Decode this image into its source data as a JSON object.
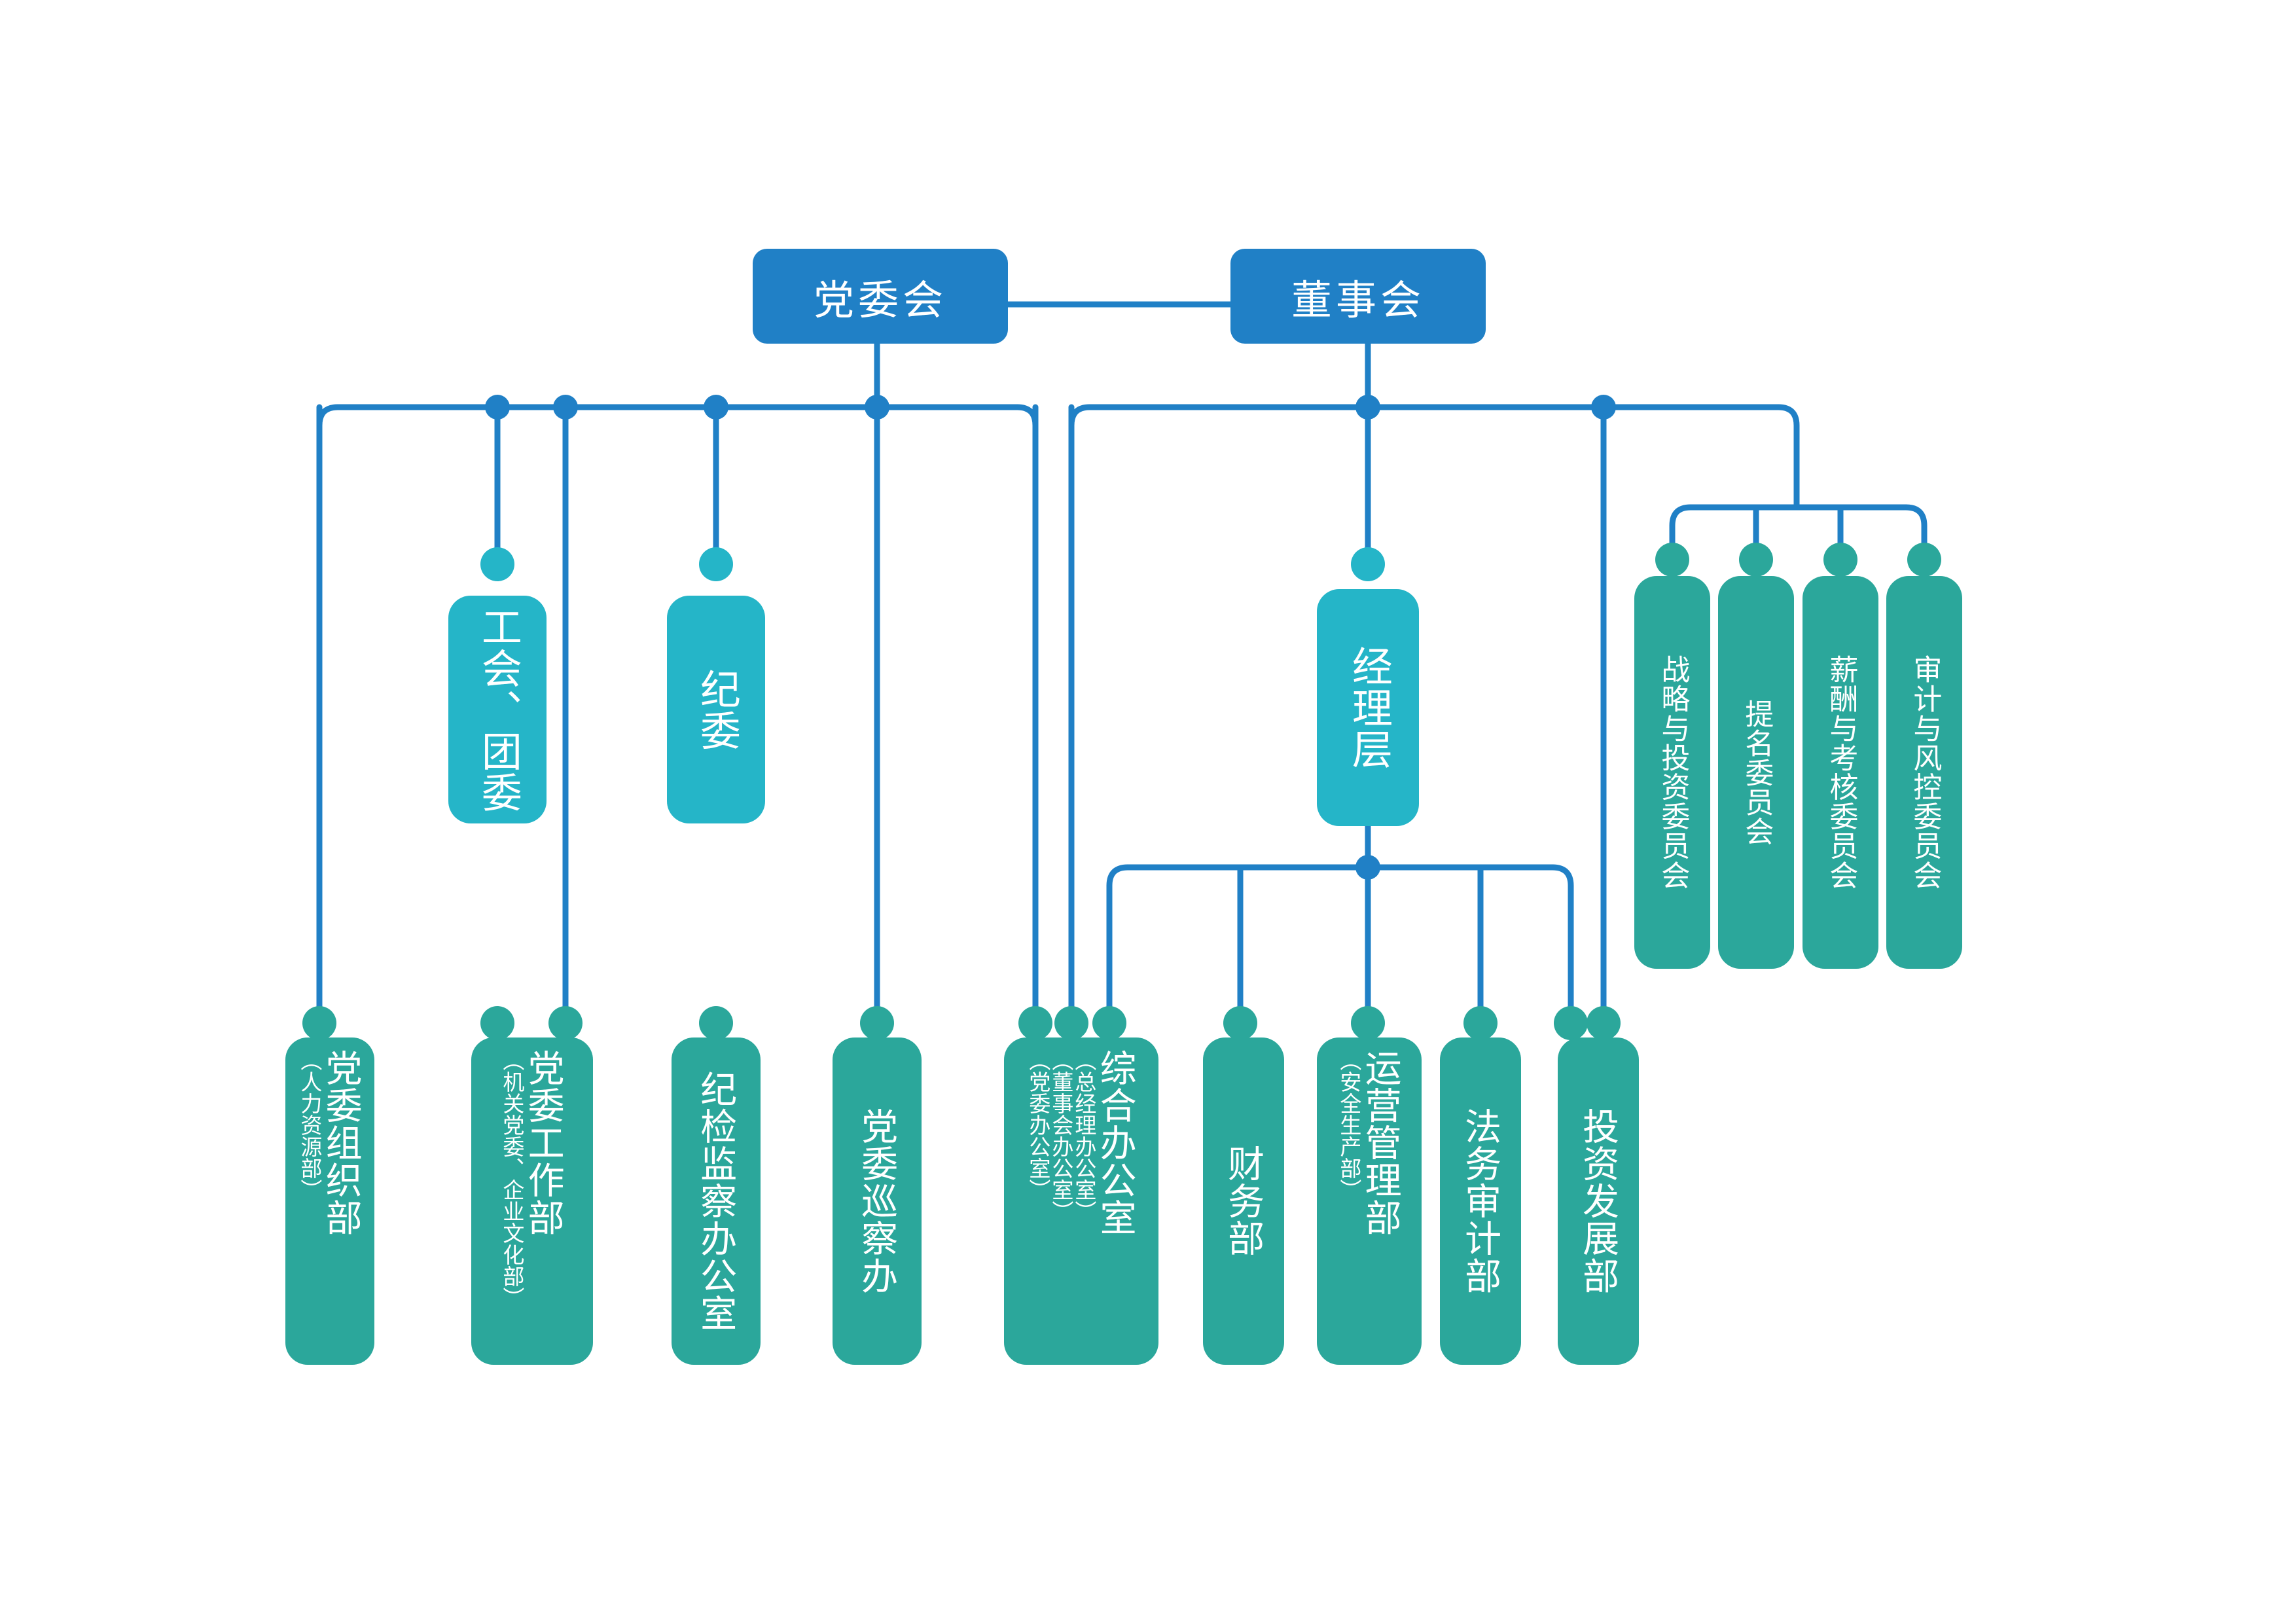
{
  "chart_meta": {
    "type": "org-chart",
    "background": "#ffffff",
    "colors": {
      "board": "#2080C6",
      "level2": "#25B5C8",
      "department": "#2BA79B",
      "connector": "#2080C6",
      "text": "#ffffff"
    }
  },
  "boards": [
    {
      "id": "party-committee",
      "label": "党委会"
    },
    {
      "id": "board-of-directors",
      "label": "董事会"
    }
  ],
  "level2": [
    {
      "id": "union-youth-league",
      "label": "工会、团委"
    },
    {
      "id": "discipline-committee",
      "label": "纪委"
    },
    {
      "id": "management-layer",
      "label": "经理层"
    }
  ],
  "committees": [
    {
      "id": "strategy-investment-committee",
      "label": "战略与投资委员会"
    },
    {
      "id": "nomination-committee",
      "label": "提名委员会"
    },
    {
      "id": "remuneration-appraisal-committee",
      "label": "薪酬与考核委员会"
    },
    {
      "id": "audit-risk-committee",
      "label": "审计与风控委员会"
    }
  ],
  "departments": [
    {
      "id": "party-organization-dept",
      "label": "党委组织部",
      "annotations": [
        "（人力资源部）"
      ]
    },
    {
      "id": "party-work-dept",
      "label": "党委工作部",
      "annotations": [
        "（机关党委、企业文化部）"
      ]
    },
    {
      "id": "discipline-inspection-office",
      "label": "纪检监察办公室",
      "annotations": []
    },
    {
      "id": "party-inspection-office",
      "label": "党委巡察办",
      "annotations": []
    },
    {
      "id": "general-office",
      "label": "综合办公室",
      "annotations": [
        "（总经理办公室）",
        "（董事会办公室）",
        "（党委办公室）"
      ]
    },
    {
      "id": "finance-dept",
      "label": "财务部",
      "annotations": []
    },
    {
      "id": "operations-management-dept",
      "label": "运营管理部",
      "annotations": [
        "（安全生产部）"
      ]
    },
    {
      "id": "legal-audit-dept",
      "label": "法务审计部",
      "annotations": []
    },
    {
      "id": "investment-development-dept",
      "label": "投资发展部",
      "annotations": []
    }
  ]
}
